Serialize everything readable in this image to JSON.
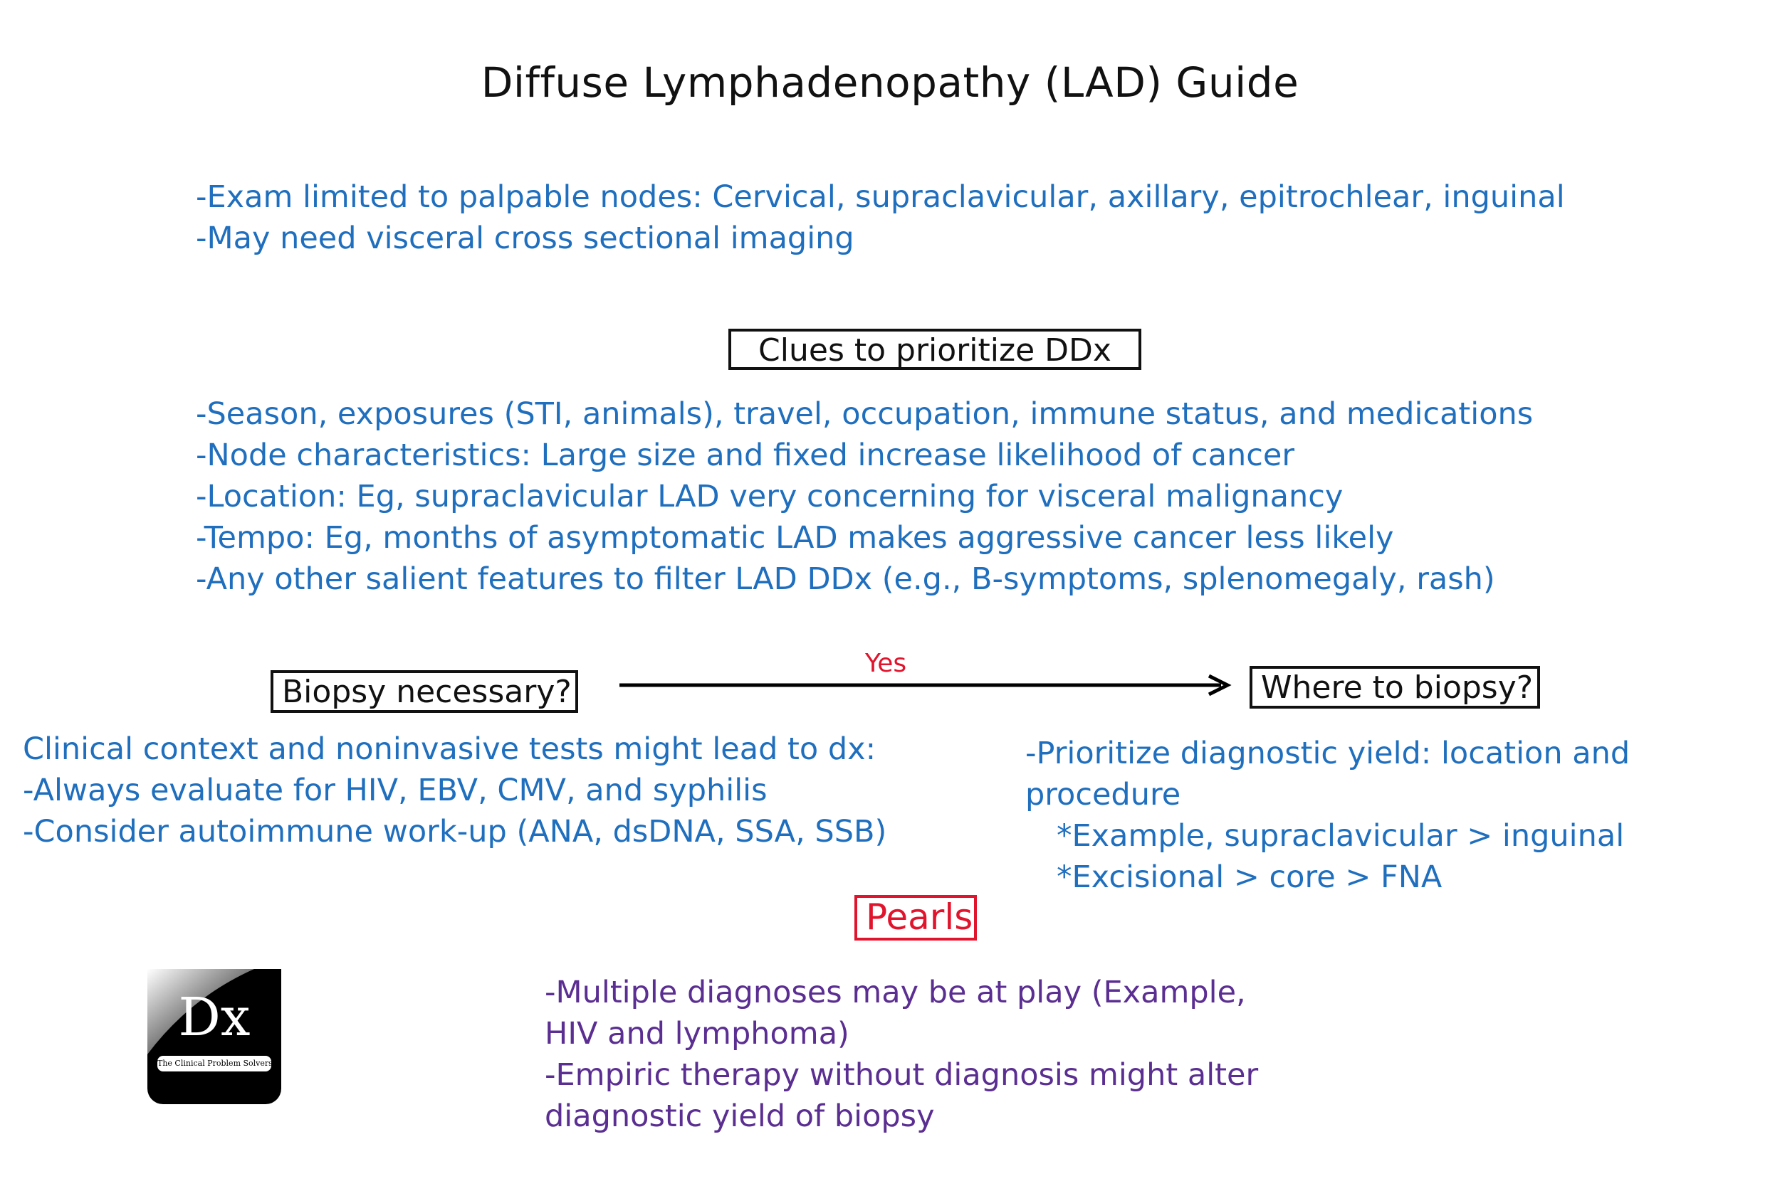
{
  "title": "Diffuse Lymphadenopathy (LAD) Guide",
  "intro": [
    "-Exam limited to palpable nodes: Cervical, supraclavicular, axillary, epitrochlear, inguinal",
    "-May need visceral cross sectional imaging"
  ],
  "clues": {
    "heading": "Clues to prioritize DDx",
    "items": [
      "-Season, exposures (STI, animals), travel, occupation, immune status, and medications",
      "-Node characteristics: Large size and fixed increase likelihood of cancer",
      "-Location: Eg, supraclavicular LAD very concerning for visceral malignancy",
      "-Tempo: Eg, months of asymptomatic LAD makes aggressive cancer less likely",
      "-Any other salient features to filter LAD DDx (e.g., B-symptoms, splenomegaly, rash)"
    ]
  },
  "flow": {
    "biopsy_box": "Biopsy necessary?",
    "yes_label": "Yes",
    "where_box": "Where to biopsy?"
  },
  "noninvasive": [
    "Clinical context and noninvasive tests might lead to dx:",
    "-Always evaluate for HIV, EBV, CMV, and syphilis",
    "-Consider autoimmune work-up (ANA, dsDNA, SSA, SSB)"
  ],
  "where_details": [
    "-Prioritize diagnostic yield: location and procedure",
    "*Example, supraclavicular > inguinal",
    "*Excisional > core > FNA"
  ],
  "pearls": {
    "heading": "Pearls",
    "items": [
      "-Multiple diagnoses may be at play (Example,",
      "HIV and lymphoma)",
      "-Empiric therapy without diagnosis might alter",
      "diagnostic yield of biopsy"
    ]
  },
  "logo": {
    "mark": "Dx",
    "band_text": "The Clinical Problem Solvers"
  },
  "colors": {
    "text_blue": "#1f6fbe",
    "text_purple": "#5b2e91",
    "accent_red": "#e0142c",
    "ink": "#111111"
  }
}
